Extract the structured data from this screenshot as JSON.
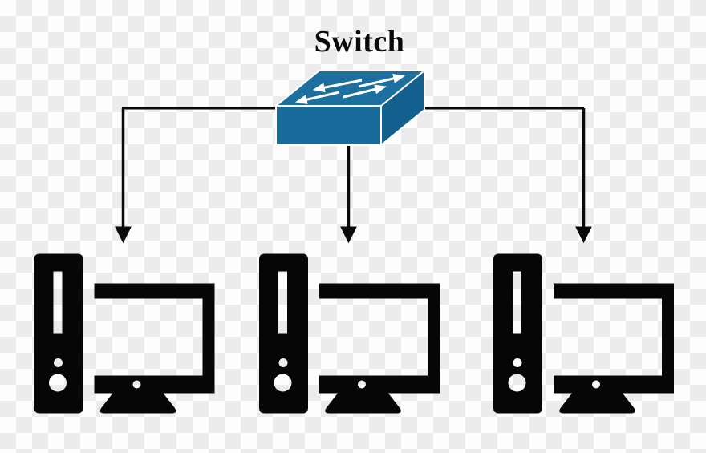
{
  "title": {
    "text": "Switch"
  },
  "diagram": {
    "type": "network-topology",
    "root": {
      "id": "switch",
      "label": "Switch",
      "kind": "switch-device"
    },
    "leaves": [
      {
        "id": "pc-1",
        "kind": "desktop-computer"
      },
      {
        "id": "pc-2",
        "kind": "desktop-computer"
      },
      {
        "id": "pc-3",
        "kind": "desktop-computer"
      }
    ],
    "edges": [
      {
        "from": "switch",
        "to": "pc-1",
        "arrow": "down"
      },
      {
        "from": "switch",
        "to": "pc-2",
        "arrow": "down"
      },
      {
        "from": "switch",
        "to": "pc-3",
        "arrow": "down"
      }
    ]
  },
  "icons": [
    {
      "name": "switch-icon",
      "glyph": "isometric-box-with-four-arrows"
    },
    {
      "name": "computer-icon",
      "glyph": "tower-and-monitor-silhouette"
    }
  ],
  "colors": {
    "background_checker_light": "#fdfdfd",
    "background_checker_dark": "#ececec",
    "switch_top": "#1d6fa0",
    "switch_front": "#176a9a",
    "switch_side": "#135f8d",
    "switch_arrow": "#ffffff",
    "connector": "#0a0a0a",
    "computer": "#060606",
    "title_text": "#0b0b0b"
  }
}
